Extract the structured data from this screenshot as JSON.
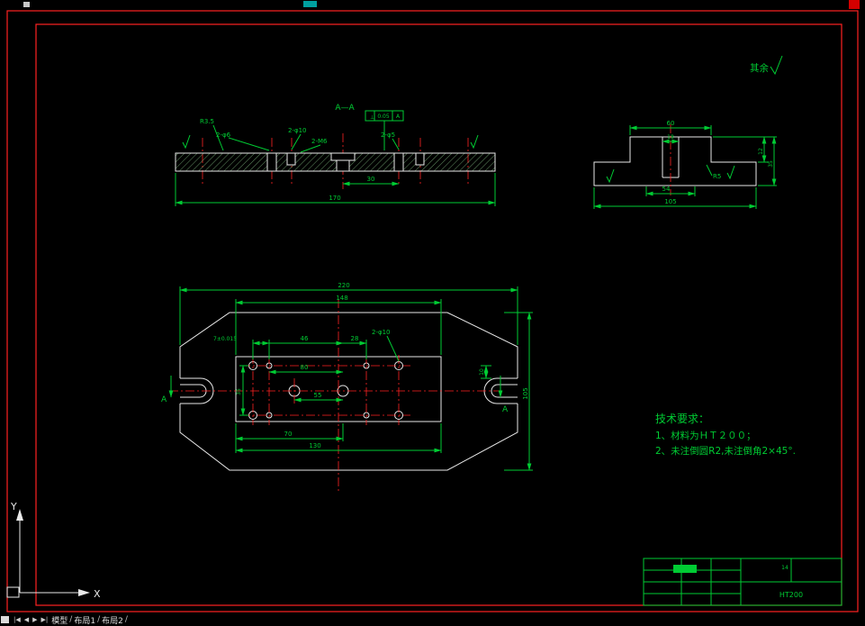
{
  "colors": {
    "background": "#000000",
    "object_line": "#e8e8e8",
    "dimension": "#00cc33",
    "centerline": "#ff2222",
    "frame": "#ff0000"
  },
  "surface_note": {
    "prefix": "其余"
  },
  "section_view": {
    "title": "A—A",
    "gdt": {
      "symbol": "⊥",
      "value": "0.05",
      "datum": "A"
    },
    "labels": {
      "radius": "R3.5",
      "cbore": "2-φ6",
      "holes1": "2-φ10",
      "holes2": "2-M6",
      "holes3": "2-φ5"
    },
    "dims": {
      "length": "170",
      "width": "30"
    }
  },
  "side_view": {
    "dims": {
      "boss": "60",
      "slot": "18",
      "inner": "54",
      "total": "105",
      "h1": "12",
      "h2": "35"
    },
    "labels": {
      "fillet": "R5"
    }
  },
  "plan_view": {
    "dims": {
      "length": "220",
      "inner_length": "148",
      "pair": "7±0.015",
      "d46": "46",
      "d28": "28",
      "d80": "80",
      "d55": "55",
      "d70": "70",
      "d130": "130",
      "width": "105",
      "d35": "35",
      "d10": "10"
    },
    "labels": {
      "dowels": "2-φ10",
      "section": "A"
    }
  },
  "tech_requirements": {
    "title": "技术要求：",
    "line1": "1、材料为ＨＴ２００；",
    "line2": "2、未注倒圆R2,未注倒角2×45°."
  },
  "title_block": {
    "material": "HT200",
    "sheet_no": "14"
  },
  "ucs": {
    "x": "X",
    "y": "Y"
  },
  "tabbar": {
    "arrows": [
      "|◀",
      "◀",
      "▶",
      "▶|"
    ],
    "tabs": [
      "模型",
      "布局1",
      "布局2"
    ],
    "separator": "/"
  }
}
